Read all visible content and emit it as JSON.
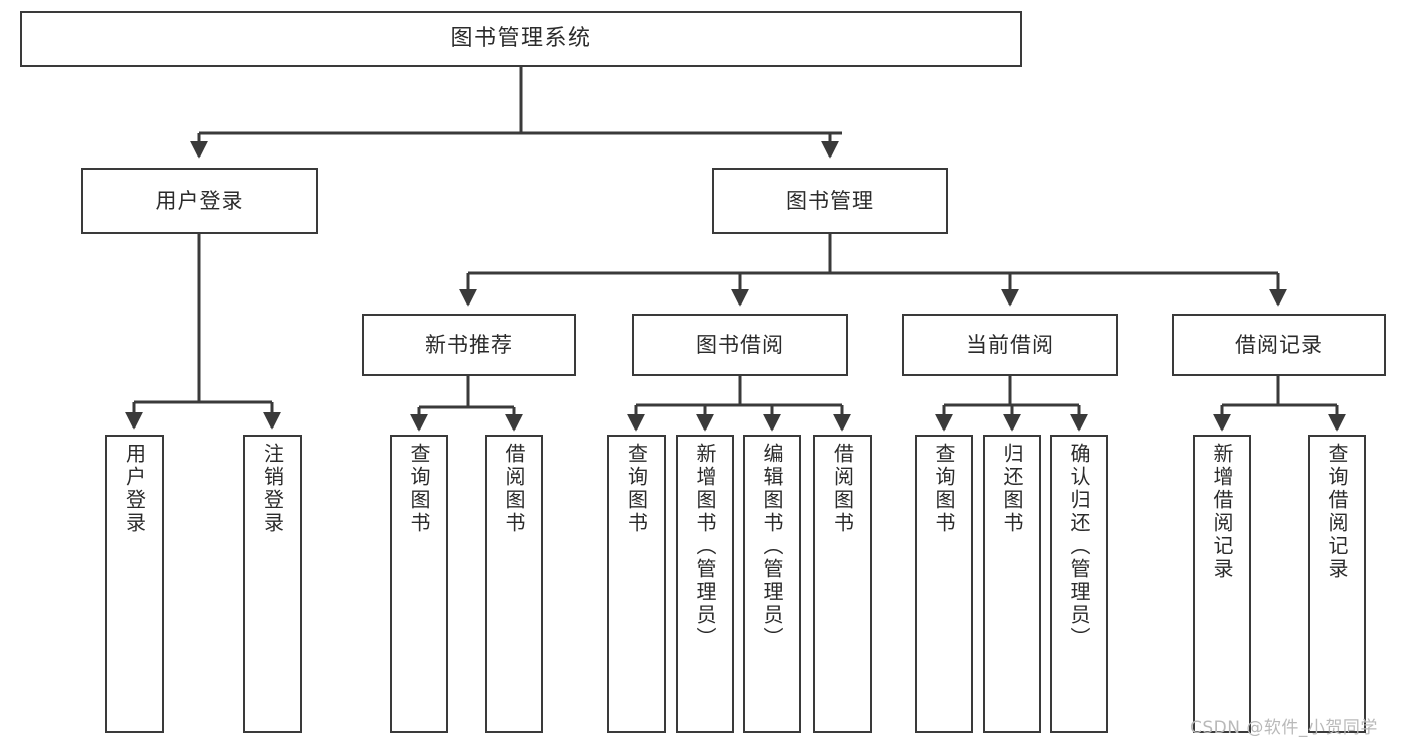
{
  "diagram": {
    "type": "tree-flowchart",
    "title": "图书管理系统",
    "nodes": {
      "root": {
        "label": "图书管理系统"
      },
      "level1": [
        {
          "label": "用户登录"
        },
        {
          "label": "图书管理"
        }
      ],
      "level2": [
        {
          "label": "新书推荐"
        },
        {
          "label": "图书借阅"
        },
        {
          "label": "当前借阅"
        },
        {
          "label": "借阅记录"
        }
      ],
      "leaves_user_login": [
        {
          "label": "用户登录"
        },
        {
          "label": "注销登录"
        }
      ],
      "leaves_new_book": [
        {
          "label": "查询图书"
        },
        {
          "label": "借阅图书"
        }
      ],
      "leaves_borrow_book": [
        {
          "label": "查询图书"
        },
        {
          "label": "新增图书（管理员）"
        },
        {
          "label": "编辑图书（管理员）"
        },
        {
          "label": "借阅图书"
        }
      ],
      "leaves_current_borrow": [
        {
          "label": "查询图书"
        },
        {
          "label": "归还图书"
        },
        {
          "label": "确认归还（管理员）"
        }
      ],
      "leaves_borrow_record": [
        {
          "label": "新增借阅记录"
        },
        {
          "label": "查询借阅记录"
        }
      ]
    },
    "watermark": "CSDN @软件_小贺同学",
    "colors": {
      "stroke": "#3a3a3a",
      "fill": "#ffffff",
      "text": "#2b2b2b",
      "watermark": "#b9b9b9"
    }
  }
}
